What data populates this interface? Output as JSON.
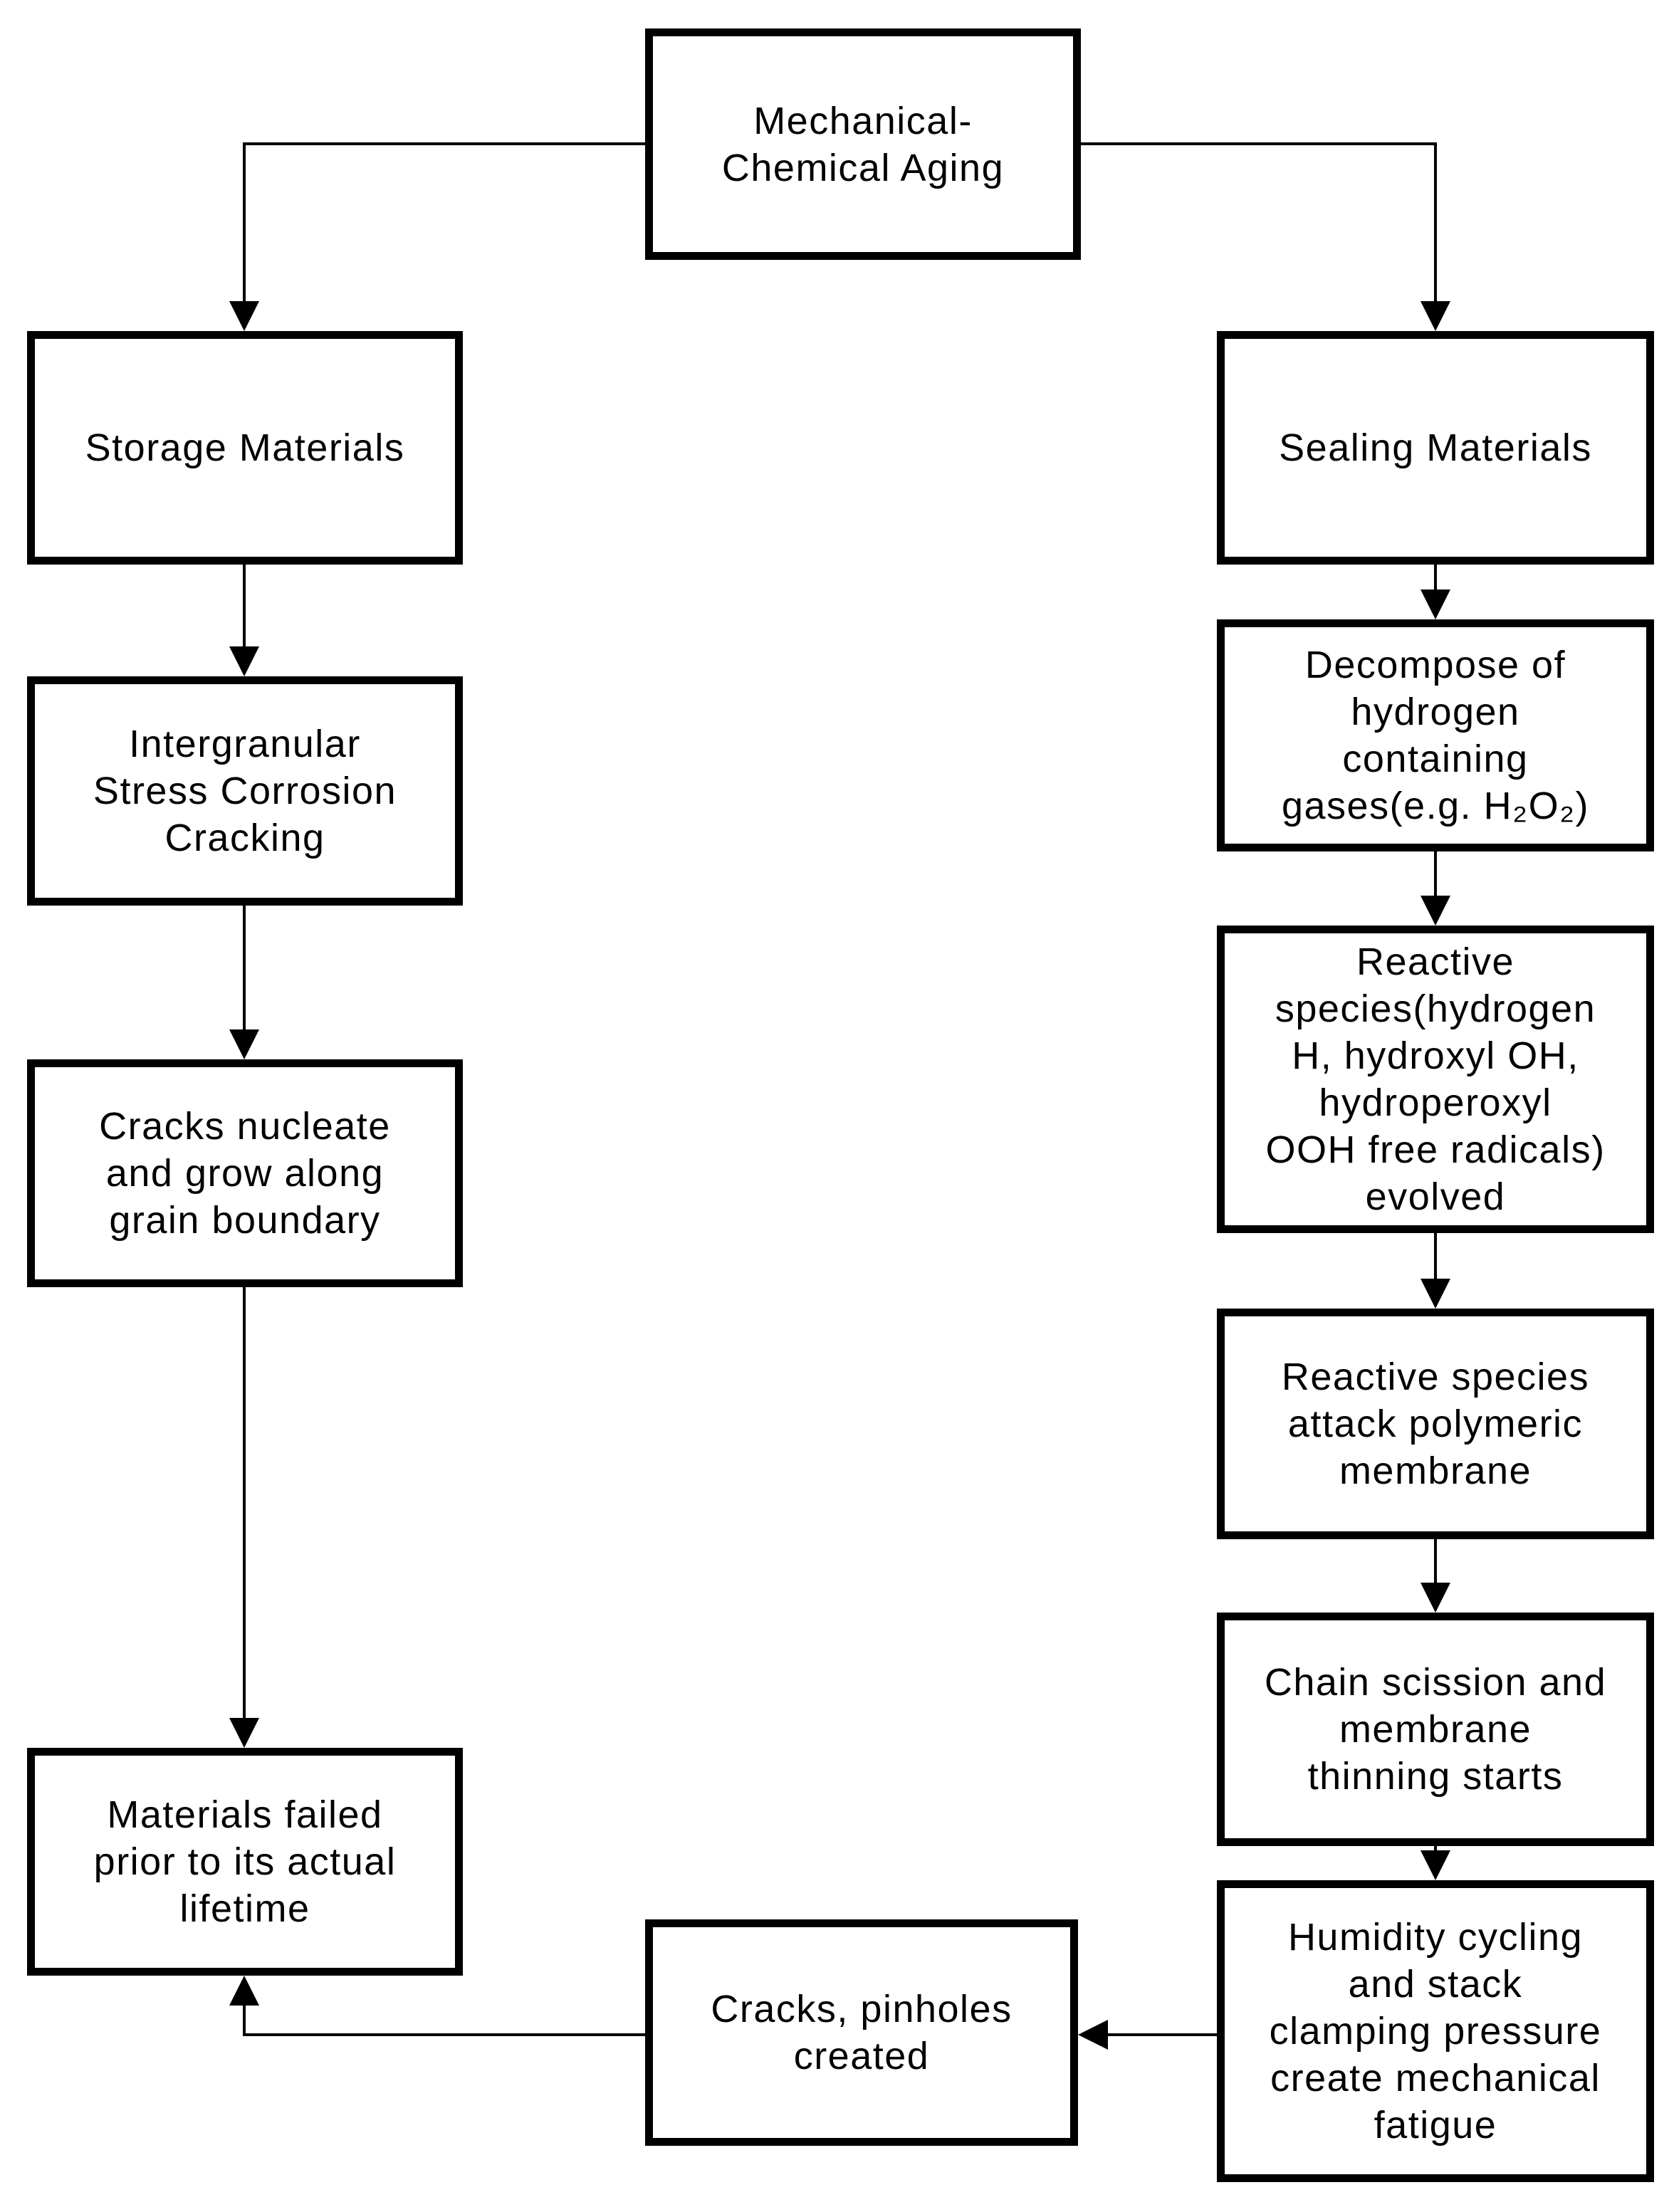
{
  "diagram_title": "Mechanical-Chemical Aging flowchart",
  "colors": {
    "ink": "#000000",
    "paper": "#ffffff"
  },
  "nodes": {
    "root": {
      "label": "Mechanical-\nChemical Aging"
    },
    "storage": {
      "label": "Storage Materials"
    },
    "iscc": {
      "label": "Intergranular\nStress Corrosion\nCracking"
    },
    "cracks_grow": {
      "label": "Cracks nucleate\nand grow along\ngrain boundary"
    },
    "failed": {
      "label": "Materials failed\nprior to its actual\nlifetime"
    },
    "sealing": {
      "label": "Sealing Materials"
    },
    "decompose": {
      "label": "Decompose of\nhydrogen\ncontaining\ngases(e.g. H₂O₂)"
    },
    "reactive_evolved": {
      "label": "Reactive\nspecies(hydrogen\nH, hydroxyl OH,\nhydroperoxyl\nOOH free radicals)\nevolved"
    },
    "reactive_attack": {
      "label": "Reactive species\nattack polymeric\nmembrane"
    },
    "chain_scission": {
      "label": "Chain scission and\nmembrane\nthinning starts"
    },
    "humidity": {
      "label": "Humidity cycling\nand stack\nclamping pressure\ncreate mechanical\nfatigue"
    },
    "cracks_pinholes": {
      "label": "Cracks, pinholes\ncreated"
    }
  },
  "edges": [
    "root -> storage",
    "root -> sealing",
    "storage -> iscc",
    "iscc -> cracks_grow",
    "cracks_grow -> failed",
    "sealing -> decompose",
    "decompose -> reactive_evolved",
    "reactive_evolved -> reactive_attack",
    "reactive_attack -> chain_scission",
    "chain_scission -> humidity",
    "humidity -> cracks_pinholes",
    "cracks_pinholes -> failed"
  ]
}
